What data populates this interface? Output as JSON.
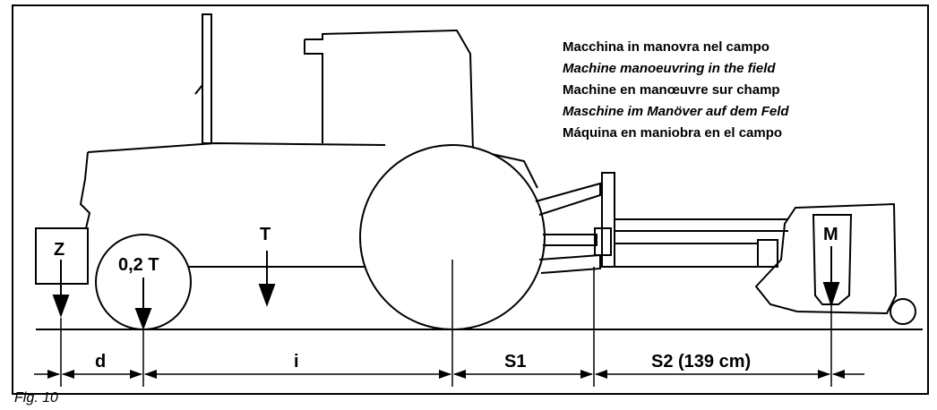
{
  "caption": {
    "lines": [
      "Macchina in manovra nel campo",
      "Machine manoeuvring in the field",
      "Machine en manœuvre sur champ",
      "Maschine im Manöver auf dem Feld",
      "Máquina en maniobra en el campo"
    ]
  },
  "loads": {
    "z": "Z",
    "front_axle": "0,2 T",
    "tractor": "T",
    "machine": "M"
  },
  "dimensions": {
    "d": "d",
    "i": "i",
    "s1": "S1",
    "s2": "S2 (139 cm)"
  },
  "figure_label": "Fig. 10"
}
